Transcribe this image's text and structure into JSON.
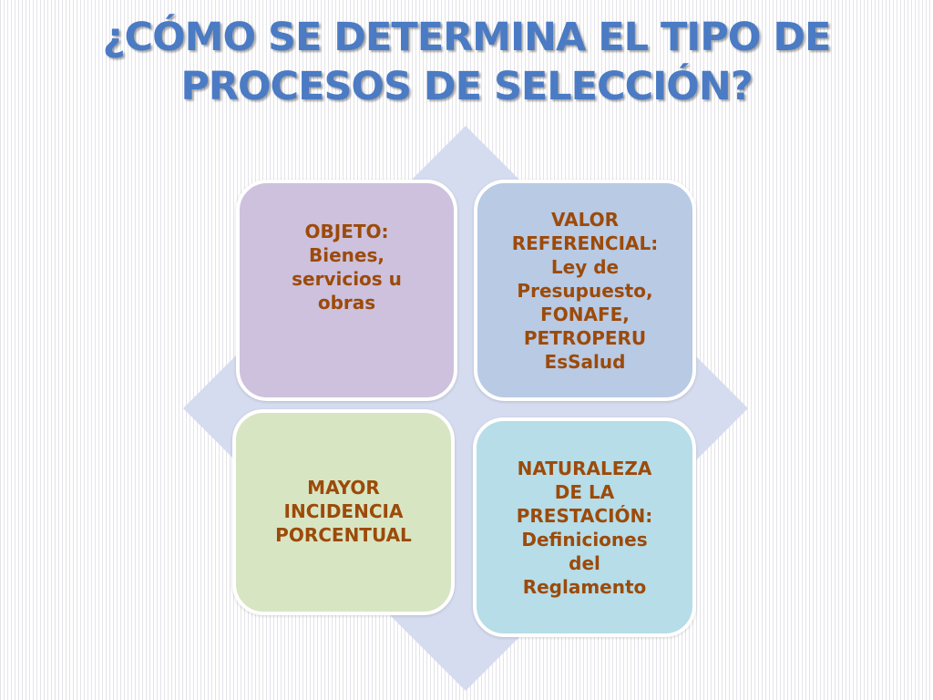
{
  "title": {
    "line1": "¿CÓMO SE DETERMINA EL TIPO DE",
    "line2": "PROCESOS DE SELECCIÓN?"
  },
  "colors": {
    "title": "#4a7bc4",
    "box_text": "#9c4a0a",
    "diamond": "#d6dcef",
    "objeto": "#cdc1dd",
    "valor": "#b8cae4",
    "mayor": "#d8e5c2",
    "naturaleza": "#b6dde8"
  },
  "boxes": [
    {
      "text": " OBJETO:\nBienes,\nservicios u\nobras"
    },
    {
      "text": "VALOR\nREFERENCIAL:\nLey de\nPresupuesto,\nFONAFE,\nPETROPERU\nEsSalud"
    },
    {
      "text": "MAYOR\nINCIDENCIA\nPORCENTUAL"
    },
    {
      "text": "NATURALEZA\nDE LA\nPRESTACIÓN:\nDefiniciones\ndel\nReglamento"
    }
  ]
}
